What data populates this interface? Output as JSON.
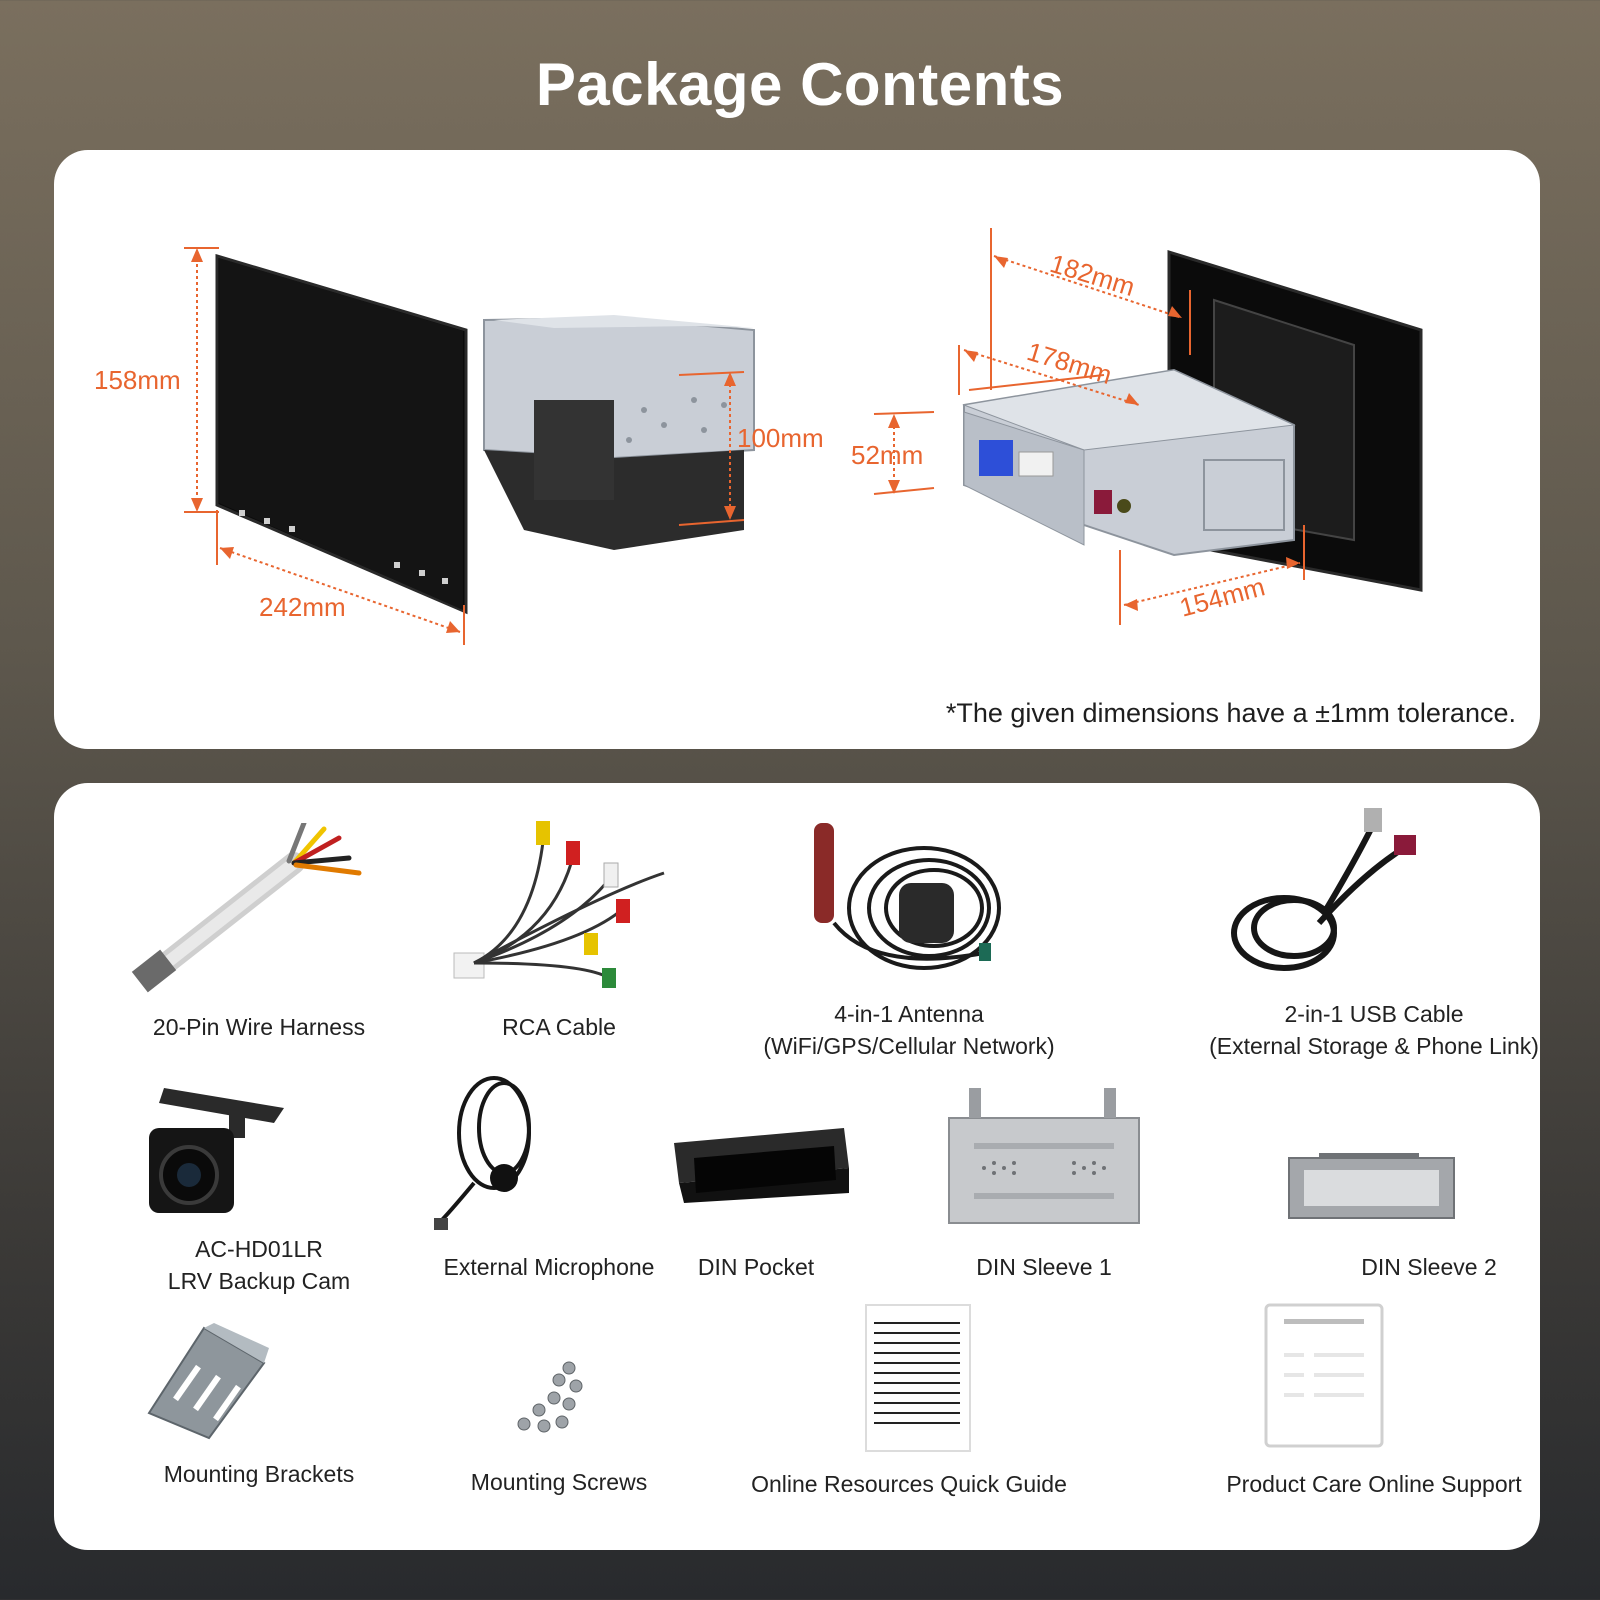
{
  "title": "Package Contents",
  "dimensions": {
    "height": "158mm",
    "width": "242mm",
    "body_height": "100mm",
    "chassis_height": "52mm",
    "depth_total": "182mm",
    "depth_chassis": "178mm",
    "body_width": "154mm",
    "tolerance_note": "*The given dimensions have a ±1mm tolerance."
  },
  "colors": {
    "accent": "#e8652f",
    "panel": "#ffffff",
    "text": "#222222"
  },
  "items": [
    {
      "icon": "wire-harness-icon",
      "lines": [
        "20-Pin Wire Harness"
      ]
    },
    {
      "icon": "rca-cable-icon",
      "lines": [
        "RCA Cable"
      ]
    },
    {
      "icon": "antenna-icon",
      "lines": [
        "4-in-1 Antenna",
        "(WiFi/GPS/Cellular Network)"
      ]
    },
    {
      "icon": "usb-cable-icon",
      "lines": [
        "2-in-1 USB Cable",
        "(External Storage & Phone Link)"
      ]
    },
    {
      "icon": "backup-cam-icon",
      "lines": [
        "AC-HD01LR",
        "LRV Backup Cam"
      ]
    },
    {
      "icon": "microphone-icon",
      "lines": [
        "External Microphone"
      ]
    },
    {
      "icon": "din-pocket-icon",
      "lines": [
        "DIN Pocket"
      ]
    },
    {
      "icon": "din-sleeve-icon",
      "lines": [
        "DIN Sleeve 1"
      ]
    },
    {
      "icon": "din-sleeve-icon",
      "lines": [
        "DIN Sleeve 2"
      ]
    },
    {
      "icon": "bracket-icon",
      "lines": [
        "Mounting Brackets"
      ]
    },
    {
      "icon": "screws-icon",
      "lines": [
        "Mounting Screws"
      ]
    },
    {
      "icon": "guide-icon",
      "lines": [
        "Online Resources Quick Guide"
      ]
    },
    {
      "icon": "support-card-icon",
      "lines": [
        "Product Care Online Support"
      ]
    }
  ]
}
